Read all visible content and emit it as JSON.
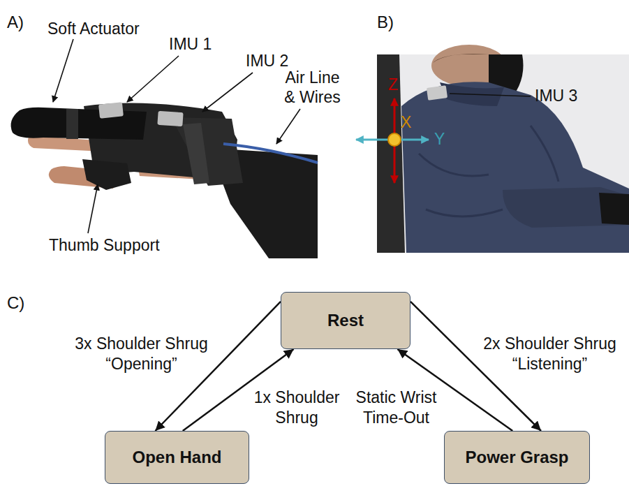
{
  "diagram": {
    "nodes": [
      {
        "text": [
          "Rest"
        ]
      },
      {
        "text": [
          "Open Hand"
        ]
      },
      {
        "text": [
          "Power Grasp"
        ]
      }
    ],
    "edges": [
      {
        "from": 0,
        "to": 1,
        "arrow": "to",
        "label": "3x Shoulder Shrug “Opening”"
      },
      {
        "from": 1,
        "to": 0,
        "arrow": "to",
        "label": "1x Shoulder Shrug"
      },
      {
        "from": 0,
        "to": 2,
        "arrow": "to",
        "label": "2x Shoulder Shrug “Listening”"
      },
      {
        "from": 2,
        "to": 0,
        "arrow": "to",
        "label": "Static Wrist Time-Out"
      }
    ],
    "labels": [
      "A)",
      "Soft Actuator",
      "IMU 1",
      "IMU 2",
      "Air Line & Wires",
      "Thumb Support",
      "B)",
      "Z",
      "X",
      "Y",
      "IMU 3",
      "C)"
    ]
  }
}
